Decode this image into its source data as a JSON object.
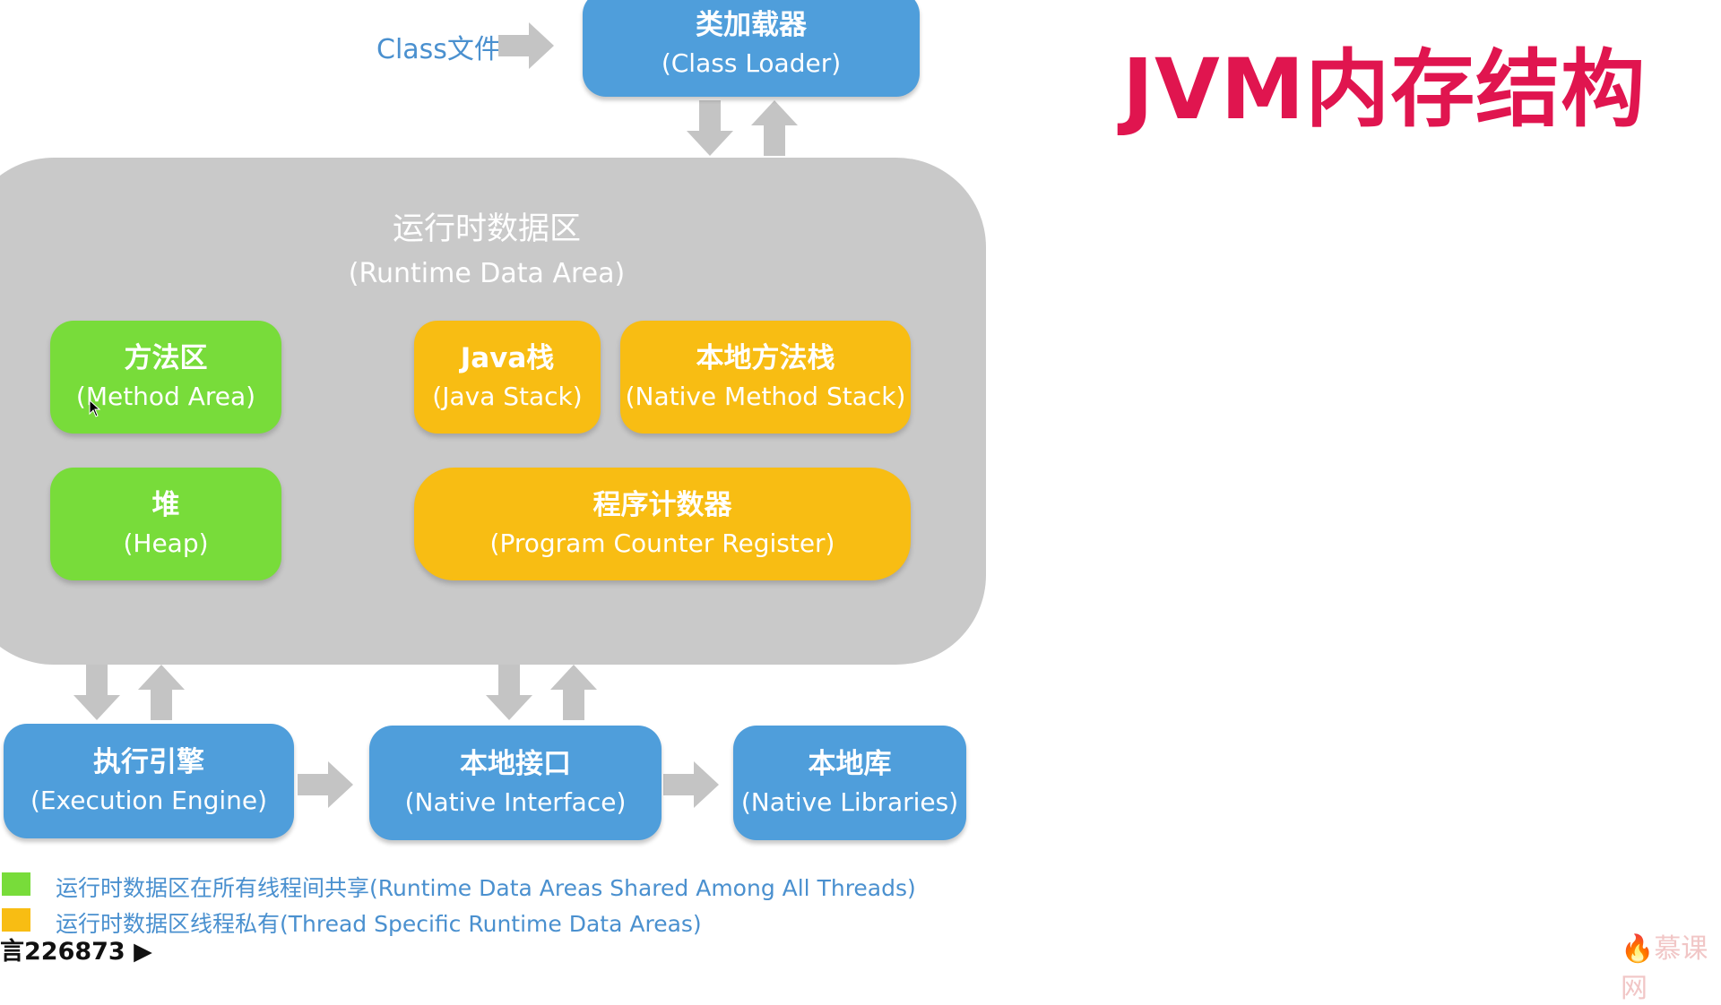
{
  "page_title": "JVM内存结构",
  "class_file_label": "Class文件",
  "class_loader": {
    "zh": "类加载器",
    "en": "(Class Loader)"
  },
  "runtime": {
    "zh": "运行时数据区",
    "en": "(Runtime Data Area)",
    "method_area": {
      "zh": "方法区",
      "en": "(Method Area)"
    },
    "heap": {
      "zh": "堆",
      "en": "(Heap)"
    },
    "java_stack": {
      "zh": "Java栈",
      "en": "(Java Stack)"
    },
    "native_method_stack": {
      "zh": "本地方法栈",
      "en": "(Native Method Stack)"
    },
    "program_counter": {
      "zh": "程序计数器",
      "en": "(Program Counter Register)"
    }
  },
  "execution_engine": {
    "zh": "执行引擎",
    "en": "(Execution Engine)"
  },
  "native_interface": {
    "zh": "本地接口",
    "en": "(Native Interface)"
  },
  "native_libraries": {
    "zh": "本地库",
    "en": "(Native Libraries)"
  },
  "legend": [
    {
      "color": "#78dc3a",
      "text": "运行时数据区在所有线程间共享(Runtime Data Areas Shared Among All Threads)"
    },
    {
      "color": "#f8bd13",
      "text": "运行时数据区线程私有(Thread Specific Runtime Data Areas)"
    }
  ],
  "counter_text": "言226873",
  "watermark": "慕课网",
  "colors": {
    "title": "#e0154f",
    "blue_box": "#4f9edb",
    "green_box": "#78dc3a",
    "orange_box": "#f8bd13",
    "runtime_area": "#c9c9c9",
    "arrow": "#c4c4c4"
  }
}
